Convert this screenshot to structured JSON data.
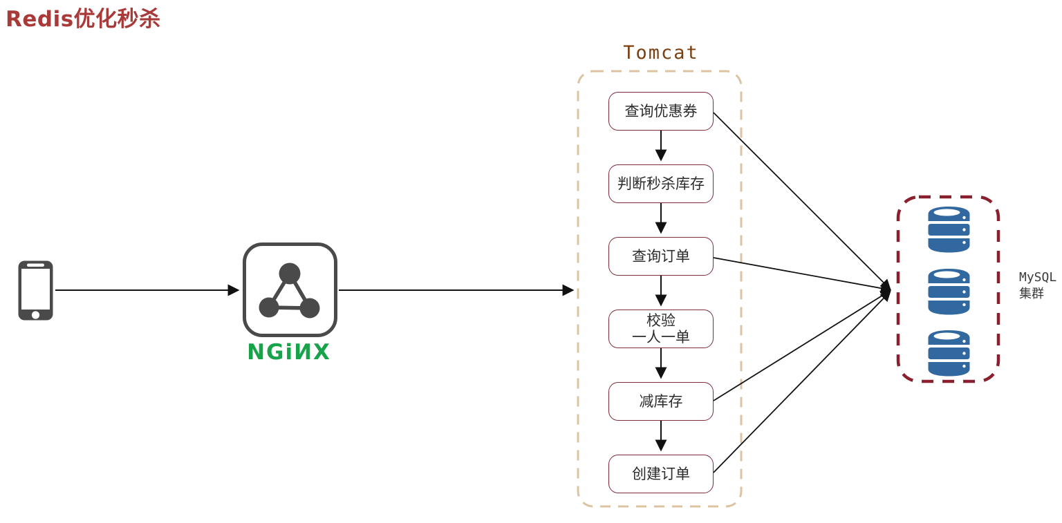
{
  "title": "Redis优化秒杀",
  "client": {
    "icon": "smartphone-icon"
  },
  "nginx": {
    "wordmark": "NGiИX",
    "icon": "nginx-triangle-icon"
  },
  "tomcat": {
    "label": "Tomcat",
    "steps": [
      {
        "label": "查询优惠券"
      },
      {
        "label": "判断秒杀库存"
      },
      {
        "label": "查询订单"
      },
      {
        "label": "校验\n一人一单"
      },
      {
        "label": "减库存"
      },
      {
        "label": "创建订单"
      }
    ]
  },
  "mysql": {
    "label": "MySQL\n集群",
    "icon": "database-icon",
    "db_count": 3
  },
  "colors": {
    "title": "#a93a3a",
    "flow_box_border": "#7d2b3b",
    "tomcat_dash": "#dcc3a1",
    "tomcat_label": "#7b3f10",
    "mysql_dash": "#8a1f2e",
    "database_blue": "#30689f",
    "nginx_green": "#17a349",
    "icon_gray": "#4a4a4a",
    "arrow": "#111111"
  }
}
